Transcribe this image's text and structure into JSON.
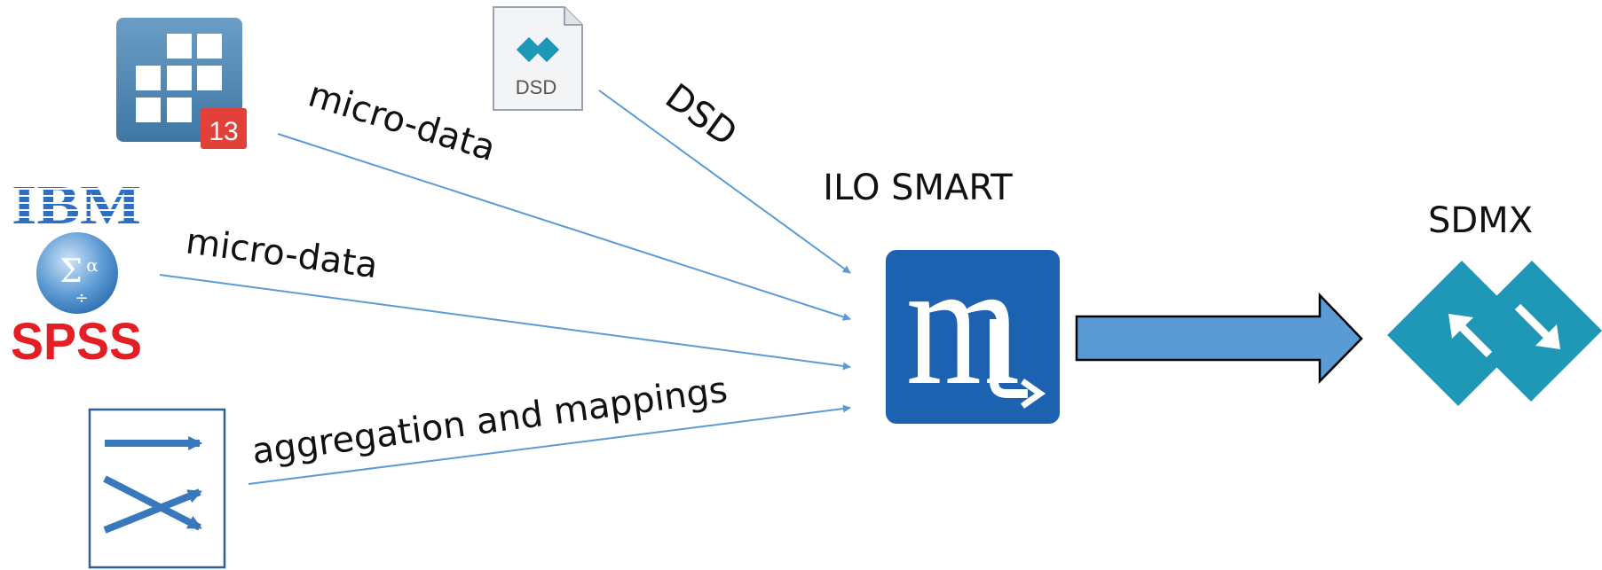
{
  "colors": {
    "arrow_line": "#5b9bd5",
    "big_arrow_fill": "#5b9bd5",
    "smart_bg": "#1d62b0",
    "sdmx": "#1f98b8",
    "spss_red": "#e31e24",
    "ibm_blue": "#2d6fc4",
    "stata_blue": "#4d86b2",
    "stata_badge": "#e2413a",
    "mapping_blue": "#3a78bd"
  },
  "sources": [
    {
      "id": "stata",
      "icon": "stata-app-icon",
      "badge": "13",
      "edge_label": "micro-data"
    },
    {
      "id": "spss",
      "icon": "ibm-spss-logo",
      "brand_top": "IBM",
      "brand_bottom": "SPSS",
      "edge_label": "micro-data"
    },
    {
      "id": "dsd",
      "icon": "dsd-file-icon",
      "file_label": "DSD",
      "edge_label": "DSD"
    },
    {
      "id": "mappings",
      "icon": "mapping-arrows-icon",
      "edge_label": "aggregation and mappings"
    }
  ],
  "target_tool": {
    "label": "ILO SMART",
    "icon": "scorpio-m-icon",
    "glyph": "m"
  },
  "output": {
    "label": "SDMX",
    "icon": "sdmx-logo"
  }
}
